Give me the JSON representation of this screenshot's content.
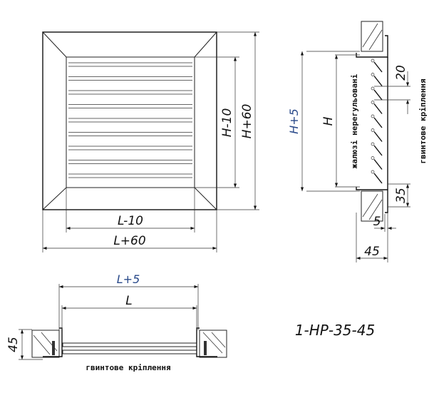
{
  "front_view": {
    "dim_inner_width": "L-10",
    "dim_outer_width": "L+60",
    "dim_inner_height": "H-10",
    "dim_outer_height": "H+60"
  },
  "side_section": {
    "dim_opening_height": "H+5",
    "dim_height": "H",
    "dim_louver_pitch": "20",
    "dim_frame": "35",
    "dim_offset": "5",
    "dim_depth": "45",
    "louver_note": "жалюзі нерегульовані",
    "fastening_note": "гвинтове кріплення"
  },
  "plan_section": {
    "dim_opening_width": "L+5",
    "dim_width": "L",
    "dim_depth": "45",
    "fastening_note": "гвинтове кріплення"
  },
  "model_code": "1-НР-35-45"
}
